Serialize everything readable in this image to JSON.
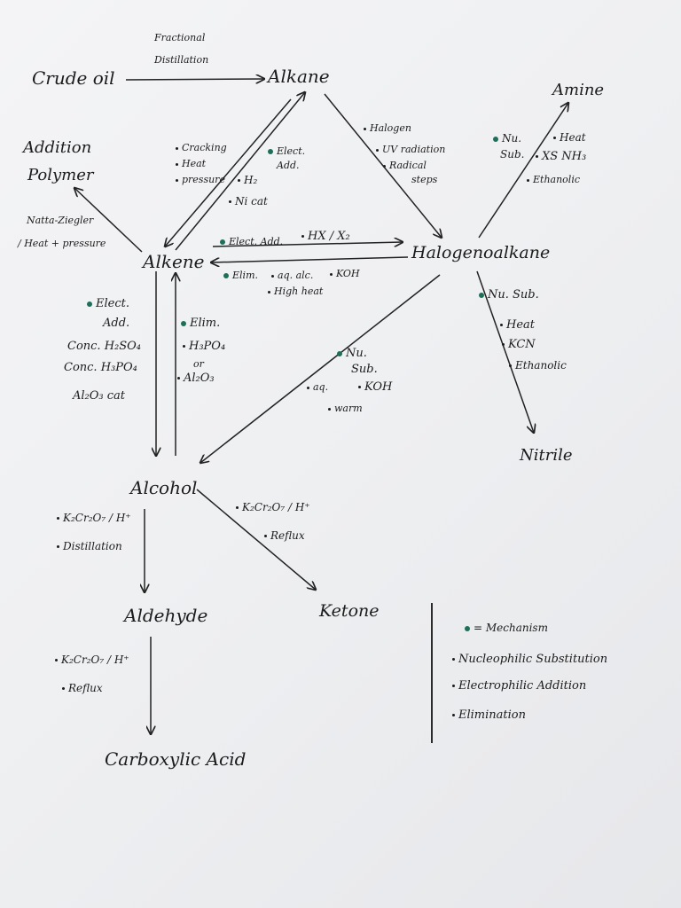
{
  "accent_dot_color": "#1e6f59",
  "nodes": {
    "crude_oil": "Crude oil",
    "alkane": "Alkane",
    "amine": "Amine",
    "addition_polymer_1": "Addition",
    "addition_polymer_2": "Polymer",
    "alkene": "Alkene",
    "halogenoalkane": "Halogenoalkane",
    "alcohol": "Alcohol",
    "nitrile": "Nitrile",
    "aldehyde": "Aldehyde",
    "ketone": "Ketone",
    "carboxylic_acid": "Carboxylic Acid"
  },
  "labels": {
    "fractional_1": "Fractional",
    "fractional_2": "Distillation",
    "cracking": "Cracking",
    "heat": "Heat",
    "pressure": "pressure",
    "elect_add_1": "Elect.",
    "elect_add_2": "Add.",
    "h2": "H₂",
    "ni_cat": "Ni cat",
    "halogen": "Halogen",
    "uv": "UV radiation",
    "radical_1": "Radical",
    "radical_2": "steps",
    "nu_sub_amine_1": "Nu.",
    "nu_sub_amine_2": "Sub.",
    "amine_heat": "Heat",
    "xs_nh3": "XS NH₃",
    "ethanolic": "Ethanolic",
    "natta_1": "Natta-Ziegler",
    "natta_2": "/ Heat + pressure",
    "hx_elect_add": "Elect. Add.",
    "hx_x2": "HX / X₂",
    "elim": "Elim.",
    "aq_alc": "aq. alc.",
    "koh": "KOH",
    "high_heat": "High heat",
    "nu_sub_nitrile": "Nu. Sub.",
    "nitrile_heat": "Heat",
    "kcn": "KCN",
    "nitrile_ethanolic": "Ethanolic",
    "alc_elect_1": "Elect.",
    "alc_elect_2": "Add.",
    "conc_h2so4": "Conc. H₂SO₄",
    "conc_h3po4": "Conc. H₃PO₄",
    "al2o3_cat": "Al₂O₃ cat",
    "elim_2": "Elim.",
    "h3po4": "H₃PO₄",
    "or": "or",
    "al2o3": "Al₂O₃",
    "nu_sub_alc_1": "Nu.",
    "nu_sub_alc_2": "Sub.",
    "aq": "aq.",
    "koh_2": "KOH",
    "warm": "warm",
    "k2cr2o7_1": "K₂Cr₂O₇ / H⁺",
    "distillation": "Distillation",
    "k2cr2o7_2": "K₂Cr₂O₇ / H⁺",
    "reflux_1": "Reflux",
    "k2cr2o7_3": "K₂Cr₂O₇ / H⁺",
    "reflux_2": "Reflux"
  },
  "legend": {
    "mechanism": "= Mechanism",
    "item1": "Nucleophilic Substitution",
    "item2": "Electrophilic Addition",
    "item3": "Elimination"
  }
}
